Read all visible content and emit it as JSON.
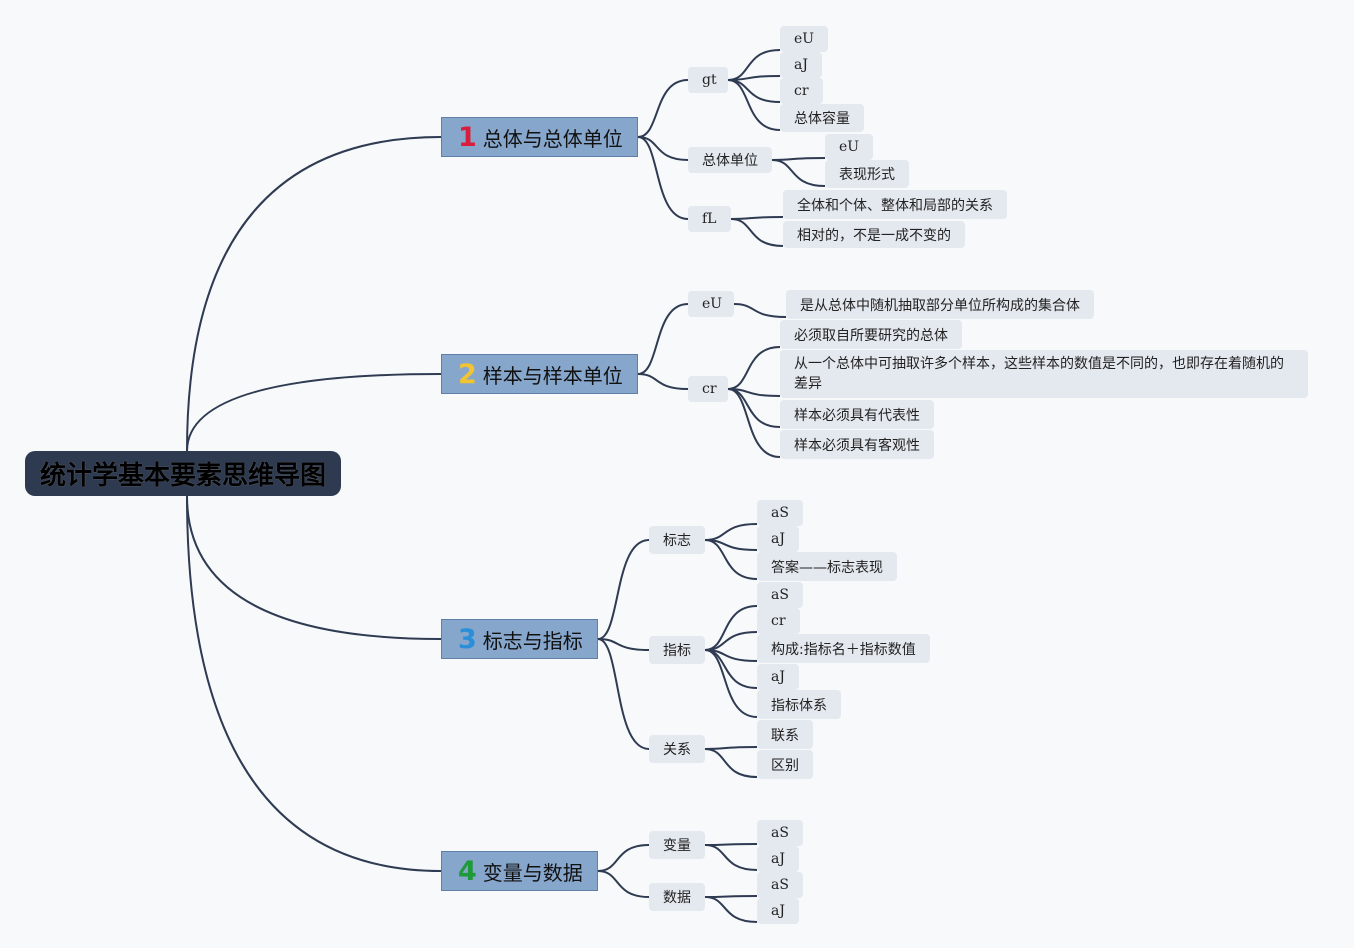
{
  "root": {
    "label": "统计学基本要素思维导图"
  },
  "branches": [
    {
      "number": "1",
      "number_color": "#d81e3a",
      "label": "总体与总体单位",
      "children": [
        {
          "label": "gt",
          "children": [
            "eU",
            "aJ",
            "cr",
            "总体容量"
          ]
        },
        {
          "label": "总体单位",
          "children": [
            "eU",
            "表现形式"
          ]
        },
        {
          "label": "fL",
          "children": [
            "全体和个体、整体和局部的关系",
            "相对的，不是一成不变的"
          ]
        }
      ]
    },
    {
      "number": "2",
      "number_color": "#f2c431",
      "label": "样本与样本单位",
      "children": [
        {
          "label": "eU",
          "children": [
            "是从总体中随机抽取部分单位所构成的集合体"
          ]
        },
        {
          "label": "cr",
          "children": [
            "必须取自所要研究的总体",
            "从一个总体中可抽取许多个样本，这些样本的数值是不同的，也即存在着随机的差异",
            "样本必须具有代表性",
            "样本必须具有客观性"
          ]
        }
      ]
    },
    {
      "number": "3",
      "number_color": "#2a8fd8",
      "label": "标志与指标",
      "children": [
        {
          "label": "标志",
          "children": [
            "aS",
            "aJ",
            "答案——标志表现"
          ]
        },
        {
          "label": "指标",
          "children": [
            "aS",
            "cr",
            "构成:指标名＋指标数值",
            "aJ",
            "指标体系"
          ]
        },
        {
          "label": "关系",
          "children": [
            "联系",
            "区别"
          ]
        }
      ]
    },
    {
      "number": "4",
      "number_color": "#1f9a3a",
      "label": "变量与数据",
      "children": [
        {
          "label": "变量",
          "children": [
            "aS",
            "aJ"
          ]
        },
        {
          "label": "数据",
          "children": [
            "aS",
            "aJ"
          ]
        }
      ]
    }
  ],
  "colors": {
    "line": "#2f3b52",
    "branch_fill": "#86a6cc",
    "node_fill": "#e4e8ef",
    "root_fill": "#2e3a50"
  }
}
